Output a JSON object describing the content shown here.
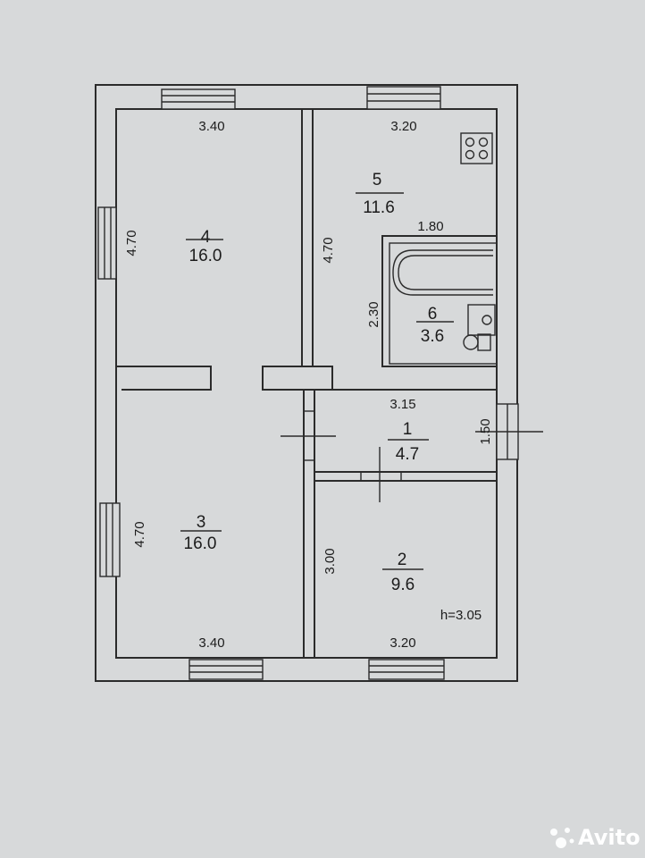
{
  "rooms": [
    {
      "number": "4",
      "area": "16.0"
    },
    {
      "number": "5",
      "area": "11.6"
    },
    {
      "number": "6",
      "area": "3.6"
    },
    {
      "number": "1",
      "area": "4.7"
    },
    {
      "number": "3",
      "area": "16.0"
    },
    {
      "number": "2",
      "area": "9.6"
    }
  ],
  "dimensions": {
    "room4_width": "3.40",
    "room4_length": "4.70",
    "room5_width": "3.20",
    "room5_length": "4.70",
    "room6_width": "1.80",
    "room6_length": "2.30",
    "room1_width": "3.15",
    "room1_length": "1.50",
    "room3_width": "3.40",
    "room3_length": "4.70",
    "room2_width": "3.20",
    "room2_length": "3.00"
  },
  "ceiling_height": "h=3.05",
  "watermark": "Avito",
  "icons": [
    "stove-icon",
    "bathtub-icon",
    "sink-icon",
    "toilet-icon",
    "avito-logo-icon"
  ]
}
